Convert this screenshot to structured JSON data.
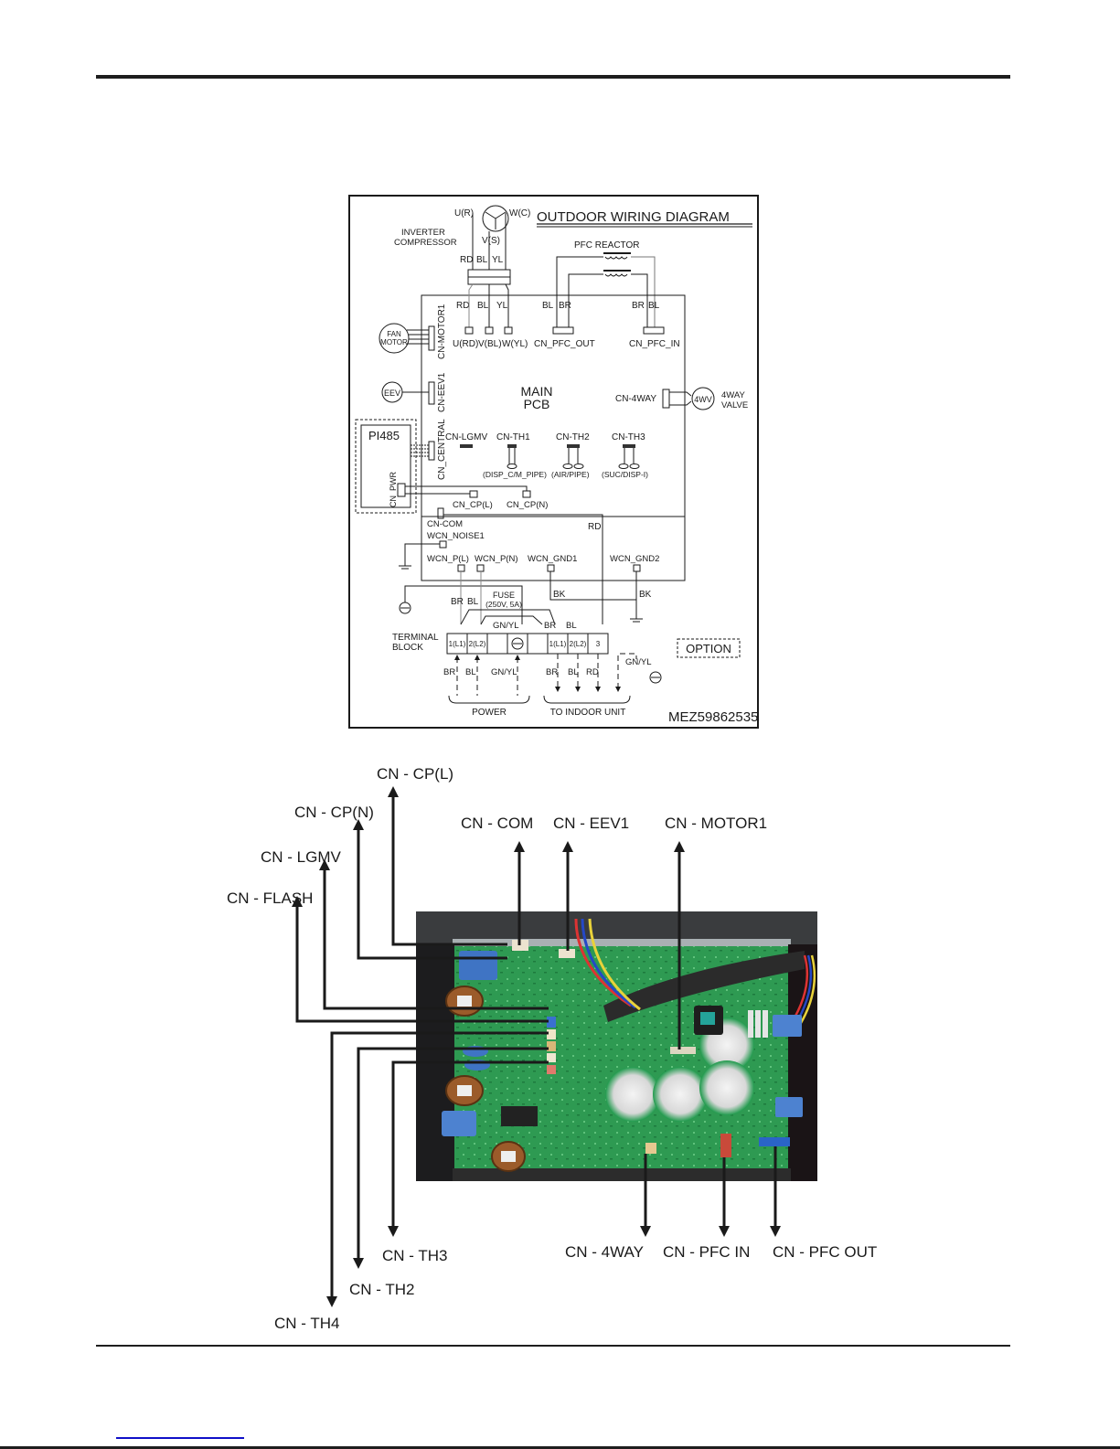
{
  "page": {
    "footer_link_text": ""
  },
  "wiring_diagram": {
    "title": "OUTDOOR WIRING DIAGRAM",
    "model_code": "MEZ59862535",
    "option_label": "OPTION",
    "compressor": {
      "label_line1": "INVERTER",
      "label_line2": "COMPRESSOR",
      "terminal_u": "U(R)",
      "terminal_v": "V(S)",
      "terminal_w": "W(C)",
      "wire_colors": [
        "RD",
        "BL",
        "YL"
      ]
    },
    "pfc_reactor": {
      "label": "PFC REACTOR",
      "out_wires": [
        "BL",
        "BR"
      ],
      "in_wires": [
        "BR",
        "BL"
      ]
    },
    "main_pcb": {
      "label_line1": "MAIN",
      "label_line2": "PCB",
      "compressor_terminals": [
        "U(RD)",
        "V(BL)",
        "W(YL)"
      ],
      "compressor_wire_colors": [
        "RD",
        "BL",
        "YL"
      ],
      "pfc_out": "CN_PFC_OUT",
      "pfc_in": "CN_PFC_IN",
      "cn_motor": "CN-MOTOR1",
      "cn_eev": "CN-EEV1",
      "cn_central": "CN_CENTRAL",
      "cn_4way": "CN-4WAY",
      "cn_lgmv": "CN-LGMV",
      "cn_th1": "CN-TH1",
      "cn_th1_sub": "(DISP_C/M_PIPE)",
      "cn_th2": "CN-TH2",
      "cn_th2_sub": "(AIR/PIPE)",
      "cn_th3": "CN-TH3",
      "cn_th3_sub": "(SUC/DISP-I)",
      "cn_cp_l": "CN_CP(L)",
      "cn_cp_n": "CN_CP(N)",
      "cn_com": "CN-COM",
      "wcn_noise": "WCN_NOISE1",
      "wcn_pl": "WCN_P(L)",
      "wcn_pn": "WCN_P(N)",
      "wcn_gnd1": "WCN_GND1",
      "wcn_gnd2": "WCN_GND2",
      "rd_label": "RD",
      "bk_label": "BK"
    },
    "peripherals": {
      "fan_motor_line1": "FAN",
      "fan_motor_line2": "MOTOR",
      "eev": "EEV",
      "four_wv": "4WV",
      "four_way_line1": "4WAY",
      "four_way_line2": "VALVE",
      "pi485": "PI485",
      "cn_pwr": "CN_PWR"
    },
    "fuse": {
      "label": "FUSE",
      "rating": "(250V, 5A)"
    },
    "terminal_block": {
      "label_line1": "TERMINAL",
      "label_line2": "BLOCK",
      "cells": [
        "1(L1)",
        "2(L2)",
        "",
        "",
        "",
        "1(L1)",
        "2(L2)",
        "3"
      ],
      "upper_wires": [
        "BR",
        "BL",
        "GN/YL",
        "BR",
        "BL"
      ],
      "power_wires": [
        "BR",
        "BL",
        "GN/YL"
      ],
      "indoor_wires": [
        "BR",
        "BL",
        "RD"
      ],
      "option_wire": "GN/YL",
      "power_label": "POWER",
      "indoor_label": "TO INDOOR UNIT"
    }
  },
  "pcb_photo": {
    "top_labels": {
      "cp_l": "CN - CP(L)",
      "cp_n": "CN - CP(N)",
      "lgmv": "CN - LGMV",
      "flash": "CN - FLASH",
      "com": "CN - COM",
      "eev1": "CN - EEV1",
      "motor1": "CN - MOTOR1"
    },
    "bottom_labels": {
      "th3": "CN - TH3",
      "th2": "CN - TH2",
      "th4": "CN - TH4",
      "fourway": "CN - 4WAY",
      "pfc_in": "CN - PFC IN",
      "pfc_out": "CN - PFC OUT"
    }
  }
}
